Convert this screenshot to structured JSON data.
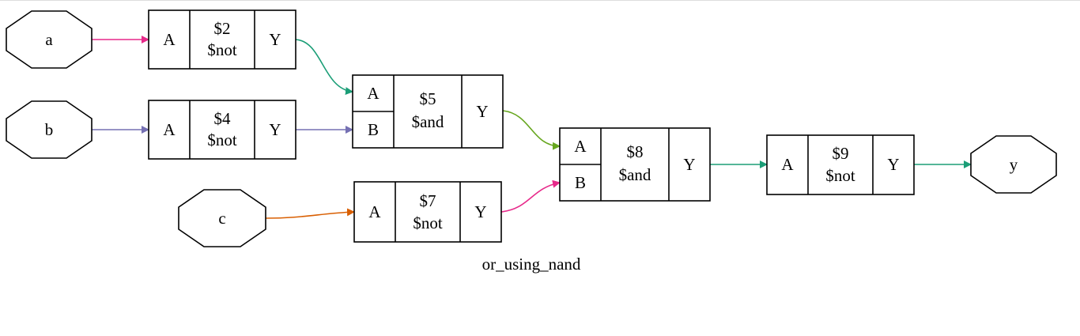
{
  "diagram": {
    "title": "or_using_nand",
    "inputs": [
      {
        "id": "a",
        "label": "a"
      },
      {
        "id": "b",
        "label": "b"
      },
      {
        "id": "c",
        "label": "c"
      }
    ],
    "outputs": [
      {
        "id": "y",
        "label": "y"
      }
    ],
    "cells": [
      {
        "id": "n2",
        "name": "$2",
        "type": "$not",
        "ports_in": [
          "A"
        ],
        "port_out": "Y"
      },
      {
        "id": "n4",
        "name": "$4",
        "type": "$not",
        "ports_in": [
          "A"
        ],
        "port_out": "Y"
      },
      {
        "id": "n5",
        "name": "$5",
        "type": "$and",
        "ports_in": [
          "A",
          "B"
        ],
        "port_out": "Y"
      },
      {
        "id": "n7",
        "name": "$7",
        "type": "$not",
        "ports_in": [
          "A"
        ],
        "port_out": "Y"
      },
      {
        "id": "n8",
        "name": "$8",
        "type": "$and",
        "ports_in": [
          "A",
          "B"
        ],
        "port_out": "Y"
      },
      {
        "id": "n9",
        "name": "$9",
        "type": "$not",
        "ports_in": [
          "A"
        ],
        "port_out": "Y"
      }
    ],
    "edges": [
      {
        "from": "a",
        "to": "n2.A",
        "color": "#e7298a"
      },
      {
        "from": "b",
        "to": "n4.A",
        "color": "#7570b3"
      },
      {
        "from": "n2.Y",
        "to": "n5.A",
        "color": "#1b9e77"
      },
      {
        "from": "n4.Y",
        "to": "n5.B",
        "color": "#7570b3"
      },
      {
        "from": "c",
        "to": "n7.A",
        "color": "#d95f02"
      },
      {
        "from": "n5.Y",
        "to": "n8.A",
        "color": "#66a61e"
      },
      {
        "from": "n7.Y",
        "to": "n8.B",
        "color": "#e7298a"
      },
      {
        "from": "n8.Y",
        "to": "n9.A",
        "color": "#1b9e77"
      },
      {
        "from": "n9.Y",
        "to": "y",
        "color": "#1b9e77"
      }
    ]
  }
}
